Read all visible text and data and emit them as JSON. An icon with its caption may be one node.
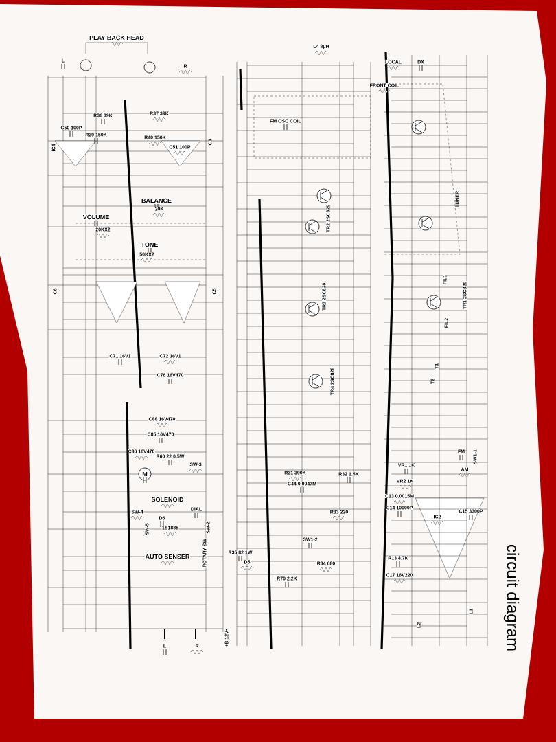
{
  "diagram": {
    "title": "circuit diagram",
    "labels": [
      "PLAY BACK HEAD",
      "L",
      "R",
      "R36 39K",
      "R37 39K",
      "C50 100P",
      "C51 100P",
      "R39 150K",
      "R40 150K",
      "IC4",
      "IC3",
      "BALANCE",
      "20K",
      "VOLUME",
      "20KX2",
      "TONE",
      "50KX2",
      "IC6",
      "IC5",
      "C71 16V1",
      "C72 16V1",
      "C76 16V470",
      "C88 16V470",
      "C85 16V470",
      "C86 16V470",
      "R60 22 0.5W",
      "SW-3",
      "M",
      "SOLENOID",
      "D6",
      "1S1885",
      "DIAL",
      "SW-4",
      "SW-5",
      "AUTO SENSER",
      "ROTARY SW",
      "SW-2",
      "L",
      "R",
      "+B 12V",
      "L4 8μH",
      "FM OSC COIL",
      "LOCAL",
      "DX",
      "FRONT COIL",
      "TUNER",
      "TR2 2SC829",
      "TR3 2SC828",
      "TR4 2SC828",
      "SW1-2",
      "D5",
      "R35 82 1W",
      "R34 680",
      "R70 2.2K",
      "R31 390K",
      "R32 1.5K",
      "R33 220",
      "C44 0.0047M",
      "TR1 2SC829",
      "FIL1",
      "FIL2",
      "T1",
      "T2",
      "VR1 1K",
      "VR2 1K",
      "FM",
      "AM",
      "SW1-1",
      "C13 0.0015M",
      "C14 10000P",
      "IC2",
      "C15 3300P",
      "C17 16V220",
      "R13 4.7K",
      "L1",
      "L2"
    ]
  }
}
